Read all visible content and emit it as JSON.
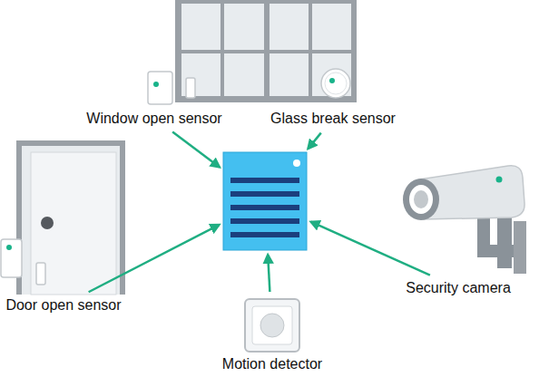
{
  "diagram": {
    "nodes": [
      {
        "text": [
          "Window open sensor"
        ]
      },
      {
        "text": [
          "Glass break sensor"
        ]
      },
      {
        "text": [
          "Door open sensor"
        ]
      },
      {
        "text": [
          "Security camera"
        ]
      },
      {
        "text": [
          "Motion detector"
        ]
      },
      {
        "text": []
      }
    ],
    "edges": [
      {
        "from": 0,
        "to": 5,
        "arrow": "to"
      },
      {
        "from": 1,
        "to": 5,
        "arrow": "to"
      },
      {
        "from": 2,
        "to": 5,
        "arrow": "to"
      },
      {
        "from": 3,
        "to": 5,
        "arrow": "to"
      },
      {
        "from": 4,
        "to": 5,
        "arrow": "to"
      }
    ]
  }
}
